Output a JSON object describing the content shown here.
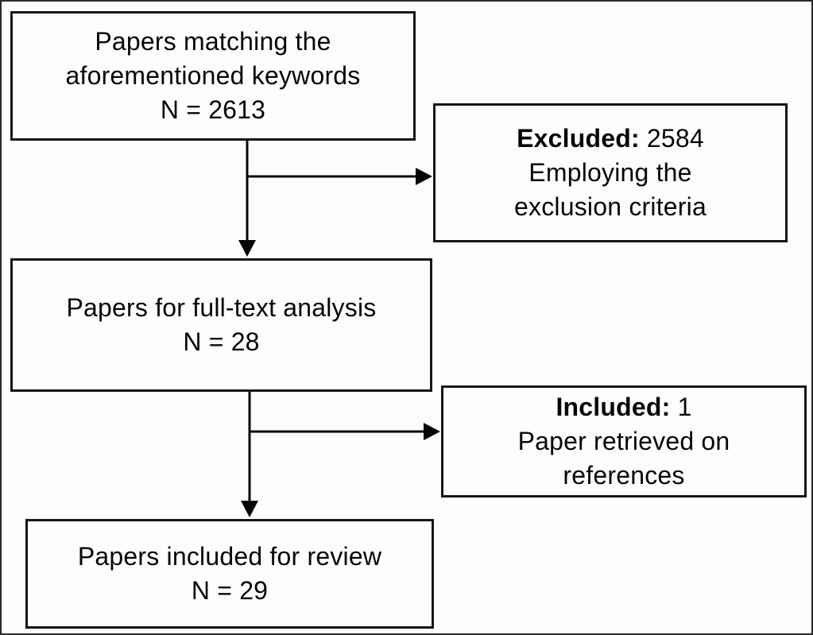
{
  "figure": {
    "colors": {
      "background": "#fdfdfd",
      "frame_border": "#2a2a2a",
      "box_border": "#161616",
      "text": "#060606",
      "arrow": "#060606"
    },
    "nodes": {
      "keywords": {
        "lines": [
          "Papers matching the",
          "aforementioned keywords",
          "N = 2613"
        ]
      },
      "excluded": {
        "label": "Excluded:",
        "count": "2584",
        "lines": [
          "Employing the",
          "exclusion criteria"
        ]
      },
      "fulltext": {
        "lines": [
          "Papers for full-text analysis",
          "N = 28"
        ]
      },
      "included": {
        "label": "Included:",
        "count": "1",
        "lines": [
          "Paper retrieved on",
          "references"
        ]
      },
      "review": {
        "lines": [
          "Papers included for review",
          "N = 29"
        ]
      }
    }
  }
}
